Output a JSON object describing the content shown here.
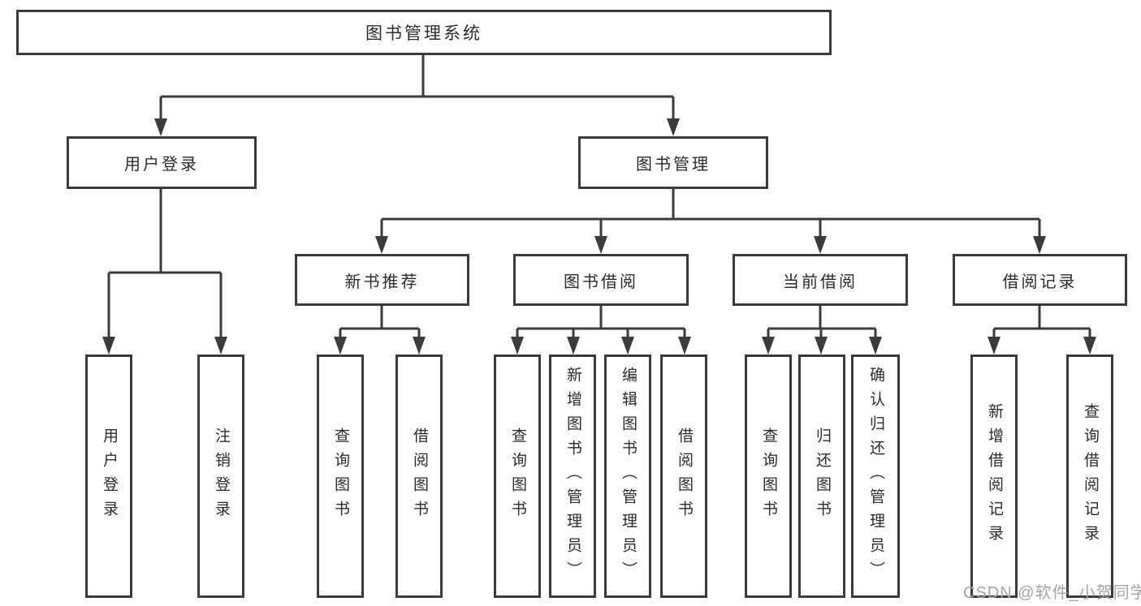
{
  "tree": {
    "label": "图书管理系统",
    "children": [
      {
        "label": "用户登录",
        "children": [
          {
            "label": "用户登录"
          },
          {
            "label": "注销登录"
          }
        ]
      },
      {
        "label": "图书管理",
        "children": [
          {
            "label": "新书推荐",
            "children": [
              {
                "label": "查询图书"
              },
              {
                "label": "借阅图书"
              }
            ]
          },
          {
            "label": "图书借阅",
            "children": [
              {
                "label": "查询图书"
              },
              {
                "label": "新增图书（管理员）"
              },
              {
                "label": "编辑图书（管理员）"
              },
              {
                "label": "借阅图书"
              }
            ]
          },
          {
            "label": "当前借阅",
            "children": [
              {
                "label": "查询图书"
              },
              {
                "label": "归还图书"
              },
              {
                "label": "确认归还（管理员）"
              }
            ]
          },
          {
            "label": "借阅记录",
            "children": [
              {
                "label": "新增借阅记录"
              },
              {
                "label": "查询借阅记录"
              }
            ]
          }
        ]
      }
    ]
  },
  "watermark": {
    "text": "CSDN @软件_小贺同学"
  },
  "colors": {
    "line": "#3b3b3b",
    "box_border": "#3b3b3b",
    "text": "#2b2b2b",
    "watermark": "#a5a5a5",
    "background": "#ffffff"
  }
}
